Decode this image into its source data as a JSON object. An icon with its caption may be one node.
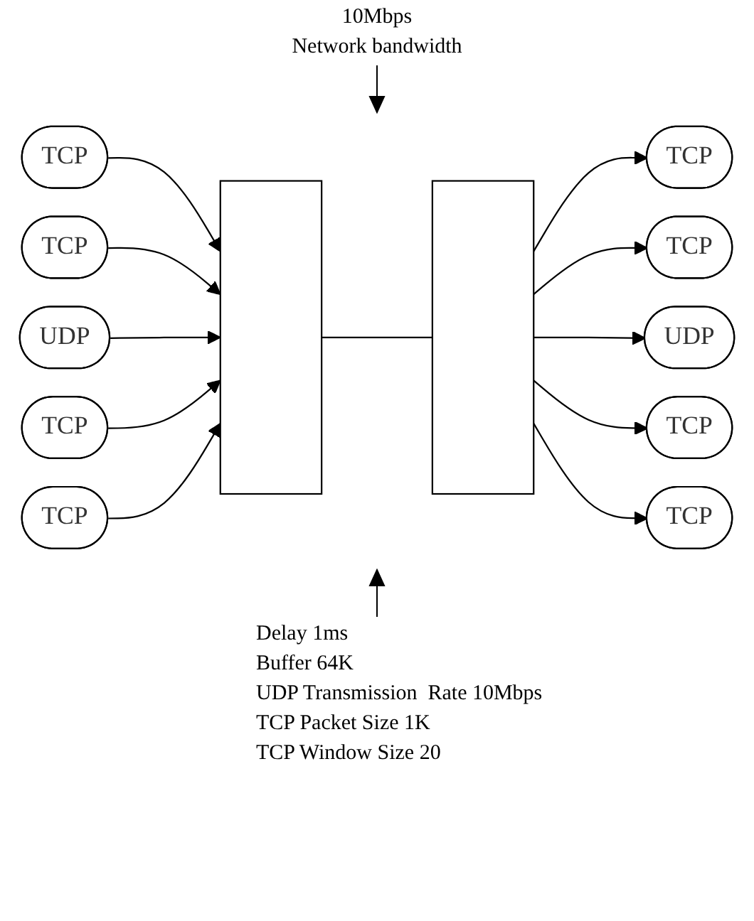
{
  "diagram": {
    "nodes": [
      {
        "text": [
          "TCP"
        ]
      },
      {
        "text": [
          "TCP"
        ]
      },
      {
        "text": [
          "UDP"
        ]
      },
      {
        "text": [
          "TCP"
        ]
      },
      {
        "text": [
          "TCP"
        ]
      },
      {
        "text": [],
        "shape": "bar"
      },
      {
        "text": [],
        "shape": "bar"
      },
      {
        "text": [
          "TCP"
        ]
      },
      {
        "text": [
          "TCP"
        ]
      },
      {
        "text": [
          "UDP"
        ]
      },
      {
        "text": [
          "TCP"
        ]
      },
      {
        "text": [
          "TCP"
        ]
      }
    ],
    "edges": [
      {
        "from": 0,
        "to": 5,
        "arrow": "to"
      },
      {
        "from": 1,
        "to": 5,
        "arrow": "to"
      },
      {
        "from": 2,
        "to": 5,
        "arrow": "to"
      },
      {
        "from": 3,
        "to": 5,
        "arrow": "to"
      },
      {
        "from": 4,
        "to": 5,
        "arrow": "to"
      },
      {
        "from": 5,
        "to": 6,
        "arrow": "none"
      },
      {
        "from": 6,
        "to": 7,
        "arrow": "to"
      },
      {
        "from": 6,
        "to": 8,
        "arrow": "to"
      },
      {
        "from": 6,
        "to": 9,
        "arrow": "to"
      },
      {
        "from": 6,
        "to": 10,
        "arrow": "to"
      },
      {
        "from": 6,
        "to": 11,
        "arrow": "to"
      }
    ],
    "labels": [
      "10Mbps",
      "Network bandwidth",
      "Delay 1ms",
      "Buffer 64K",
      "UDP Transmission  Rate 10Mbps",
      "TCP Packet Size 1K",
      "TCP Window Size 20"
    ]
  }
}
